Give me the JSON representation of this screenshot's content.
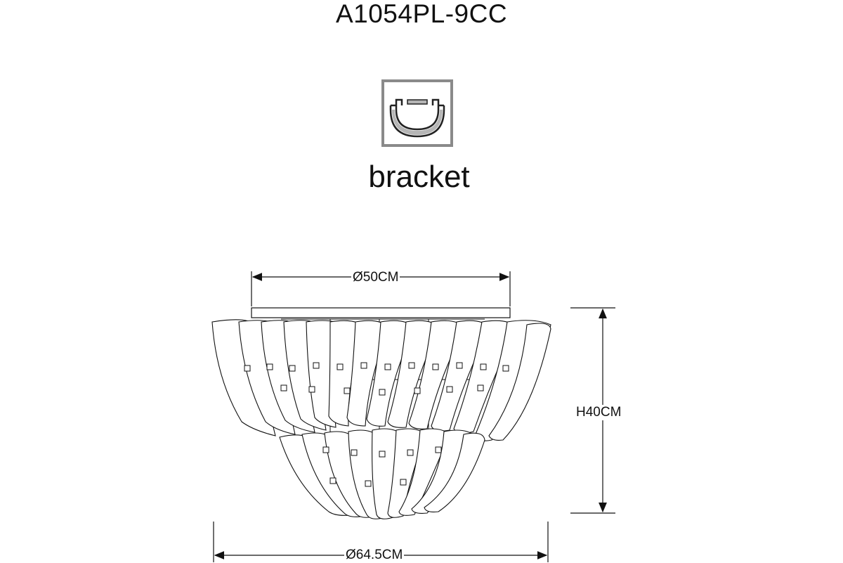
{
  "header": {
    "model": "A1054PL-9CC"
  },
  "bracket": {
    "label": "bracket",
    "icon": "bracket-icon"
  },
  "dimensions": {
    "top_diameter": "Ø50CM",
    "height": "H40CM",
    "bottom_diameter": "Ø64.5CM"
  },
  "colors": {
    "line": "#111111",
    "icon_frame": "#8a8a8a",
    "icon_fill": "#b5b5b5"
  }
}
